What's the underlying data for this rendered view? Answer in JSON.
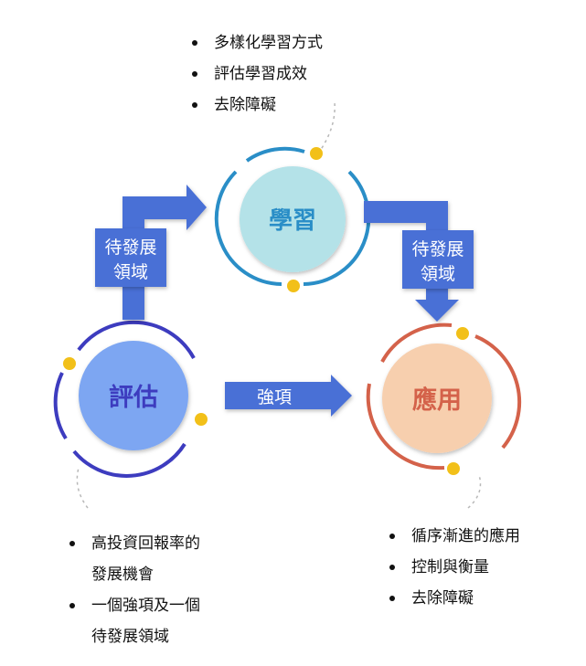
{
  "nodes": {
    "learn": {
      "label": "學習",
      "color": "#2a8ec7",
      "fill": "#b4e2e8"
    },
    "assess": {
      "label": "評估",
      "color": "#3d3cbf",
      "fill": "#7da6f2"
    },
    "apply": {
      "label": "應用",
      "color": "#d4624a",
      "fill": "#f7cfae"
    }
  },
  "arrows": {
    "assess_to_learn": {
      "label_lines": [
        "待發展",
        "領域"
      ]
    },
    "learn_to_apply": {
      "label_lines": [
        "待發展",
        "領域"
      ]
    },
    "assess_to_apply": {
      "label": "強項"
    },
    "color": "#4a6fd6"
  },
  "dot_color": "#f2c019",
  "notes": {
    "learn": [
      "多樣化學習方式",
      "評估學習成效",
      "去除障礙"
    ],
    "assess": [
      "高投資回報率的\n發展機會",
      "一個強項及一個\n待發展領域"
    ],
    "apply": [
      "循序漸進的應用",
      "控制與衡量",
      "去除障礙"
    ]
  }
}
